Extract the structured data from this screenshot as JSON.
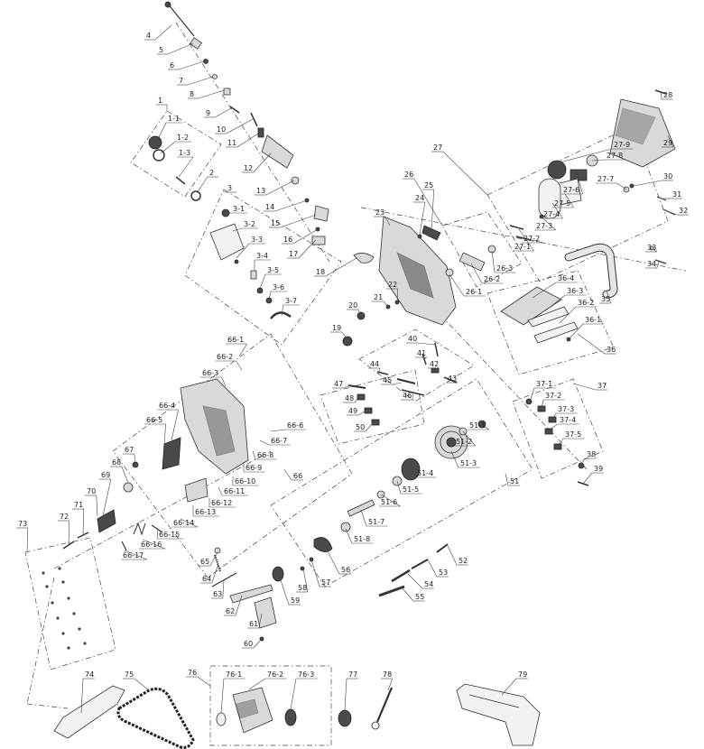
{
  "labels": [
    "4",
    "5",
    "6",
    "7",
    "8",
    "9",
    "10",
    "11",
    "12",
    "13",
    "14",
    "15",
    "16",
    "17",
    "18",
    "1",
    "1-1",
    "1-2",
    "1-3",
    "2",
    "3",
    "3-1",
    "3-2",
    "3-3",
    "3-4",
    "3-5",
    "3-6",
    "3-7",
    "19",
    "20",
    "21",
    "22",
    "23",
    "24",
    "25",
    "26",
    "26-1",
    "26-2",
    "26-3",
    "27",
    "27-1",
    "27-2",
    "27-3",
    "27-4",
    "27-5",
    "27-6",
    "27-7",
    "27-8",
    "27-9",
    "28",
    "29",
    "30",
    "31",
    "32",
    "33",
    "34",
    "35",
    "36",
    "36-1",
    "36-2",
    "36-3",
    "36-4",
    "37",
    "37-1",
    "37-2",
    "37-3",
    "37-4",
    "37-5",
    "38",
    "39",
    "40",
    "41",
    "42",
    "43",
    "44",
    "45",
    "46",
    "47",
    "48",
    "49",
    "50",
    "51",
    "51-1",
    "51-2",
    "51-3",
    "51-4",
    "51-5",
    "51-6",
    "51-7",
    "51-8",
    "52",
    "53",
    "54",
    "55",
    "56",
    "57",
    "58",
    "59",
    "60",
    "61",
    "62",
    "63",
    "64",
    "65",
    "66",
    "66-1",
    "66-2",
    "66-3",
    "66-4",
    "66-5",
    "66-6",
    "66-7",
    "66-8",
    "66-9",
    "66-10",
    "66-11",
    "66-12",
    "66-13",
    "66-14",
    "66-15",
    "66-16",
    "66-17",
    "67",
    "68",
    "69",
    "70",
    "71",
    "72",
    "73",
    "74",
    "75",
    "76",
    "76-1",
    "76-2",
    "76-3",
    "77",
    "78",
    "79"
  ]
}
